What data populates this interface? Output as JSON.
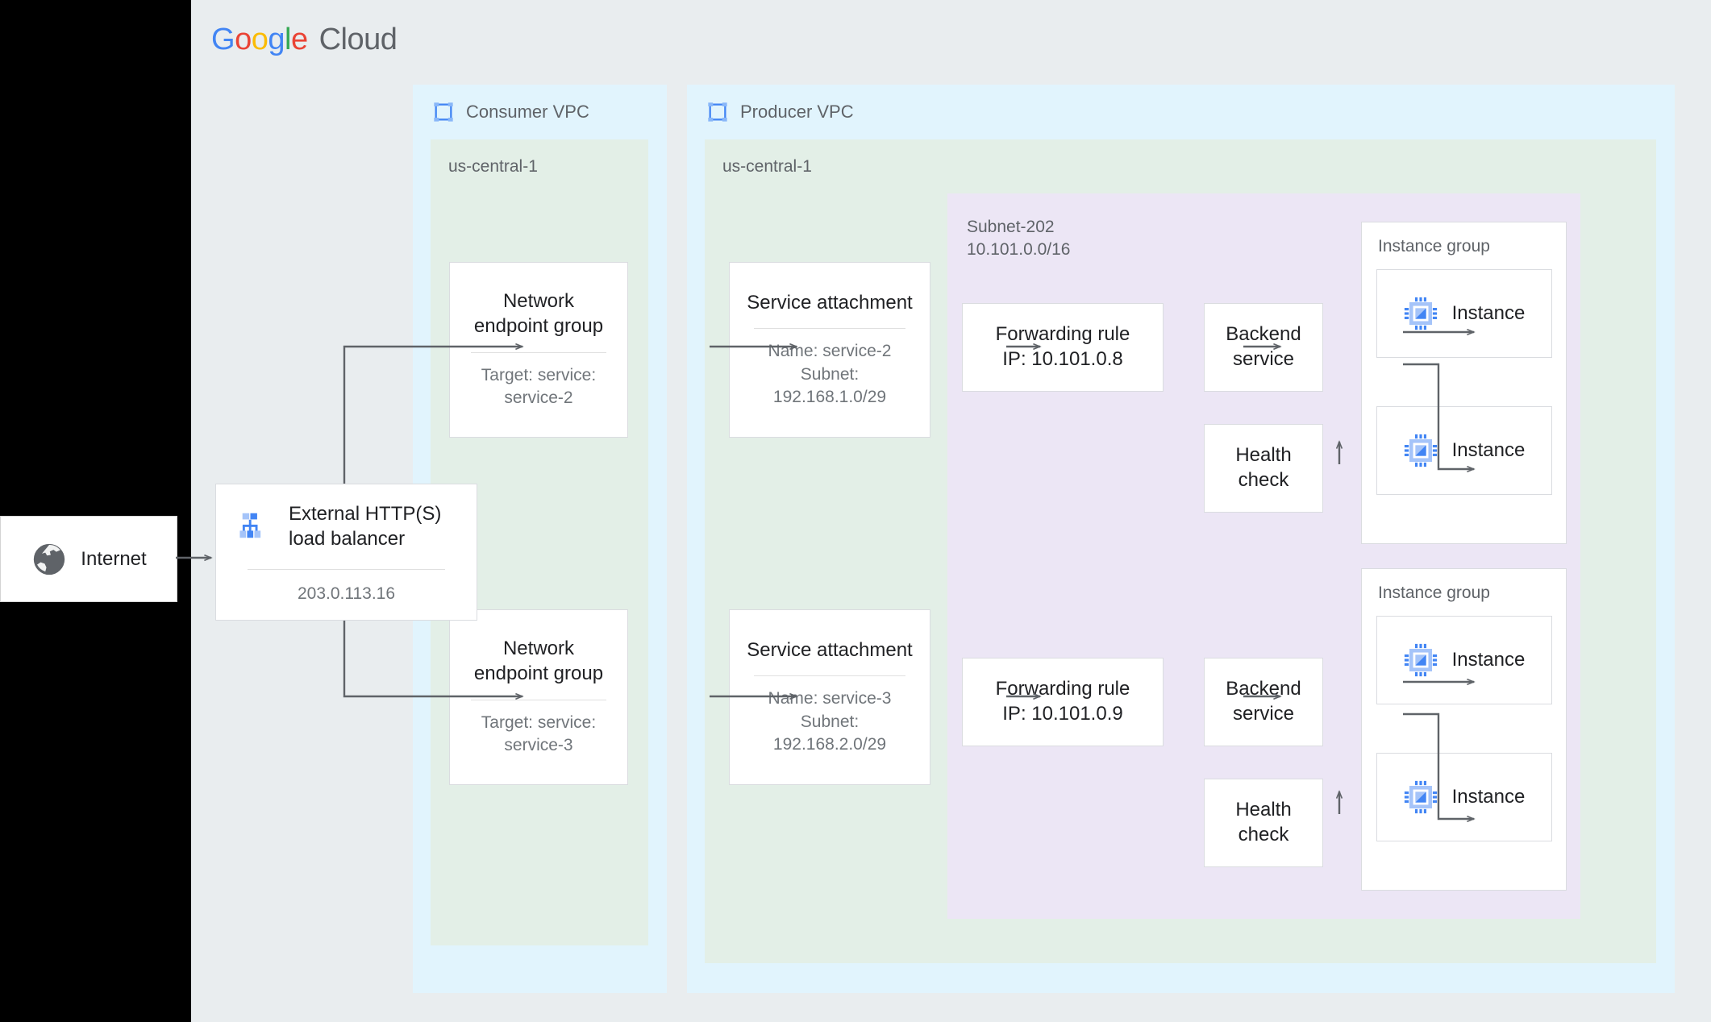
{
  "brand": {
    "logo_parts": [
      "G",
      "o",
      "o",
      "g",
      "l",
      "e"
    ],
    "logo_suffix": "Cloud",
    "colors": {
      "blue": "#4285F4",
      "red": "#EA4335",
      "yellow": "#FBBC05",
      "green": "#34A853",
      "grey": "#5f6368",
      "panel_bg": "#e9edef",
      "vpc_bg": "#e1f4fd",
      "region_bg": "#e3efe7",
      "subnet_bg": "#ece6f5",
      "card_bg": "#ffffff",
      "border": "#dadce0",
      "wire": "#5f6368"
    }
  },
  "internet": {
    "label": "Internet",
    "icon": "globe-icon"
  },
  "load_balancer": {
    "icon": "load-balancer-icon",
    "title_line1": "External HTTP(S)",
    "title_line2": "load balancer",
    "ip": "203.0.113.16"
  },
  "consumer_vpc": {
    "icon": "vpc-icon",
    "label": "Consumer VPC",
    "region": "us-central-1",
    "negs": [
      {
        "title_line1": "Network",
        "title_line2": "endpoint group",
        "sub_line1": "Target: service:",
        "sub_line2": "service-2"
      },
      {
        "title_line1": "Network",
        "title_line2": "endpoint group",
        "sub_line1": "Target: service:",
        "sub_line2": "service-3"
      }
    ]
  },
  "producer_vpc": {
    "icon": "vpc-icon",
    "label": "Producer VPC",
    "region": "us-central-1",
    "service_attachments": [
      {
        "title": "Service attachment",
        "name": "Name: service-2",
        "subnet_label": "Subnet:",
        "subnet_cidr": "192.168.1.0/29"
      },
      {
        "title": "Service attachment",
        "name": "Name: service-3",
        "subnet_label": "Subnet:",
        "subnet_cidr": "192.168.2.0/29"
      }
    ],
    "subnet": {
      "name": "Subnet-202",
      "cidr": "10.101.0.0/16"
    },
    "stacks": [
      {
        "forwarding_rule_line1": "Forwarding rule",
        "forwarding_rule_line2": "IP: 10.101.0.8",
        "backend_line1": "Backend",
        "backend_line2": "service",
        "health_line1": "Health",
        "health_line2": "check",
        "instance_group_label": "Instance group",
        "instances": [
          {
            "label": "Instance",
            "icon": "cpu-instance-icon"
          },
          {
            "label": "Instance",
            "icon": "cpu-instance-icon"
          }
        ]
      },
      {
        "forwarding_rule_line1": "Forwarding rule",
        "forwarding_rule_line2": "IP: 10.101.0.9",
        "backend_line1": "Backend",
        "backend_line2": "service",
        "health_line1": "Health",
        "health_line2": "check",
        "instance_group_label": "Instance group",
        "instances": [
          {
            "label": "Instance",
            "icon": "cpu-instance-icon"
          },
          {
            "label": "Instance",
            "icon": "cpu-instance-icon"
          }
        ]
      }
    ]
  }
}
